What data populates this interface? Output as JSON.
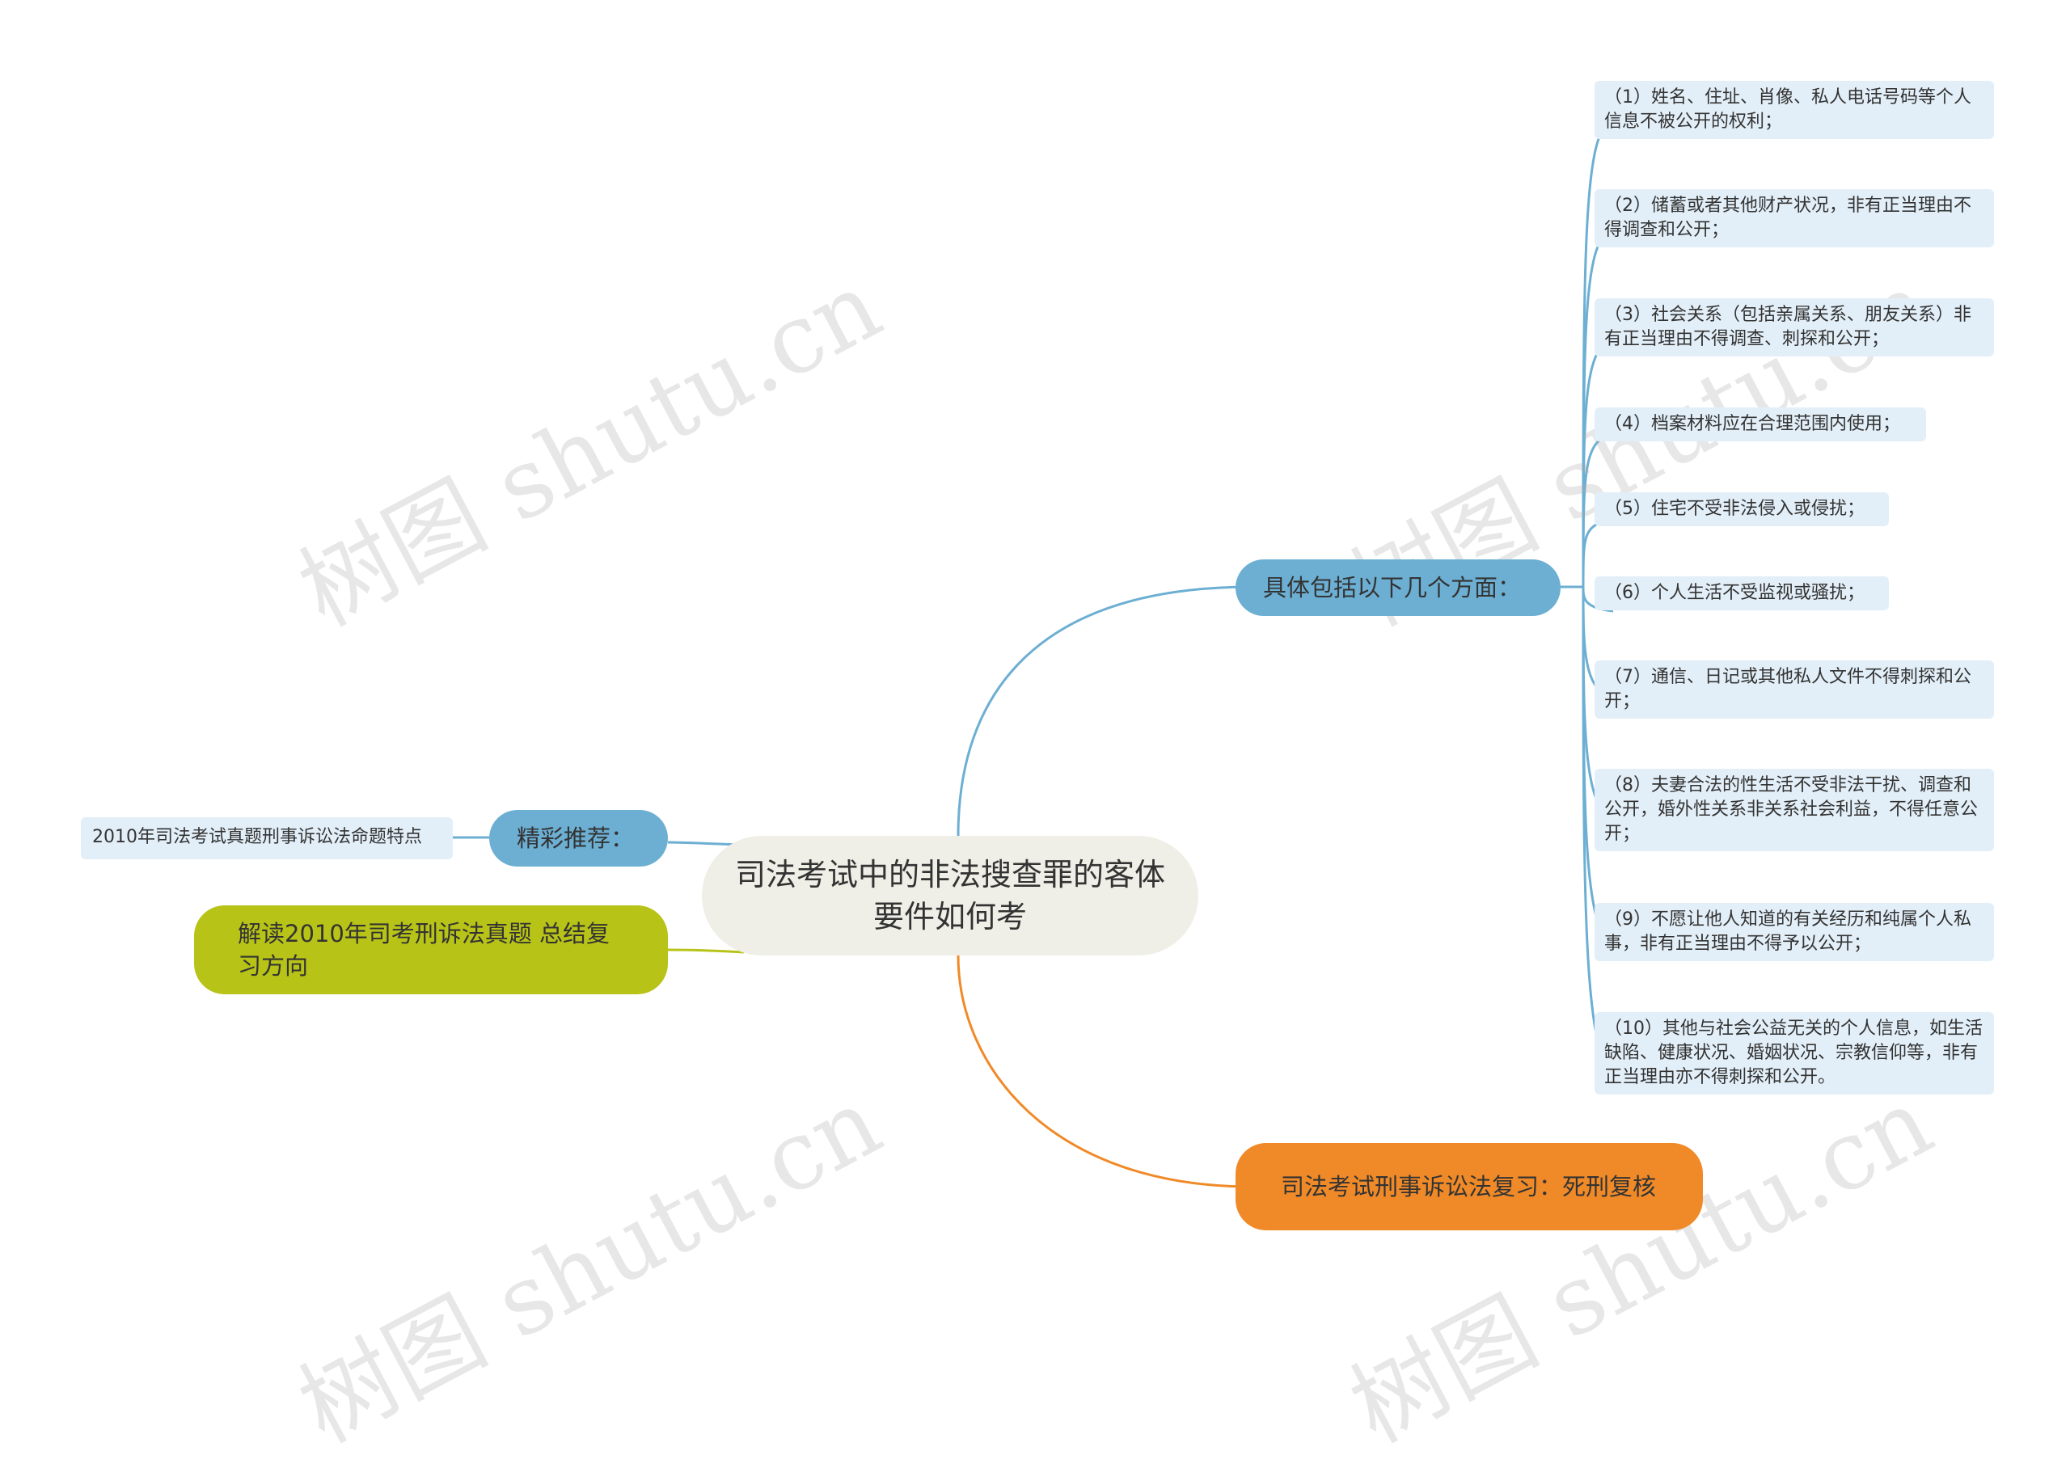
{
  "watermark": "树图 shutu.cn",
  "colors": {
    "blue": "#6cafd3",
    "orange": "#f08a28",
    "green": "#b8c318",
    "center": "#efefe7",
    "leaf": "#e3eff8"
  },
  "center": {
    "title": "司法考试中的非法搜查罪的客体要件如何考"
  },
  "right_branch": {
    "label": "具体包括以下几个方面：",
    "items": [
      "（1）姓名、住址、肖像、私人电话号码等个人信息不被公开的权利；",
      "（2）储蓄或者其他财产状况，非有正当理由不得调查和公开；",
      "（3）社会关系（包括亲属关系、朋友关系）非有正当理由不得调查、刺探和公开；",
      "（4）档案材料应在合理范围内使用；",
      "（5）住宅不受非法侵入或侵扰；",
      "（6）个人生活不受监视或骚扰；",
      "（7）通信、日记或其他私人文件不得刺探和公开；",
      "（8）夫妻合法的性生活不受非法干扰、调查和公开，婚外性关系非关系社会利益，不得任意公开；",
      "（9）不愿让他人知道的有关经历和纯属个人私事，非有正当理由不得予以公开；",
      "（10）其他与社会公益无关的个人信息，如生活缺陷、健康状况、婚姻状况、宗教信仰等，非有正当理由亦不得刺探和公开。"
    ]
  },
  "bottom_branch": {
    "label": "司法考试刑事诉讼法复习：死刑复核"
  },
  "left_branch_1": {
    "label": "精彩推荐：",
    "item": "2010年司法考试真题刑事诉讼法命题特点"
  },
  "left_branch_2": {
    "label": "解读2010年司考刑诉法真题 总结复习方向"
  }
}
